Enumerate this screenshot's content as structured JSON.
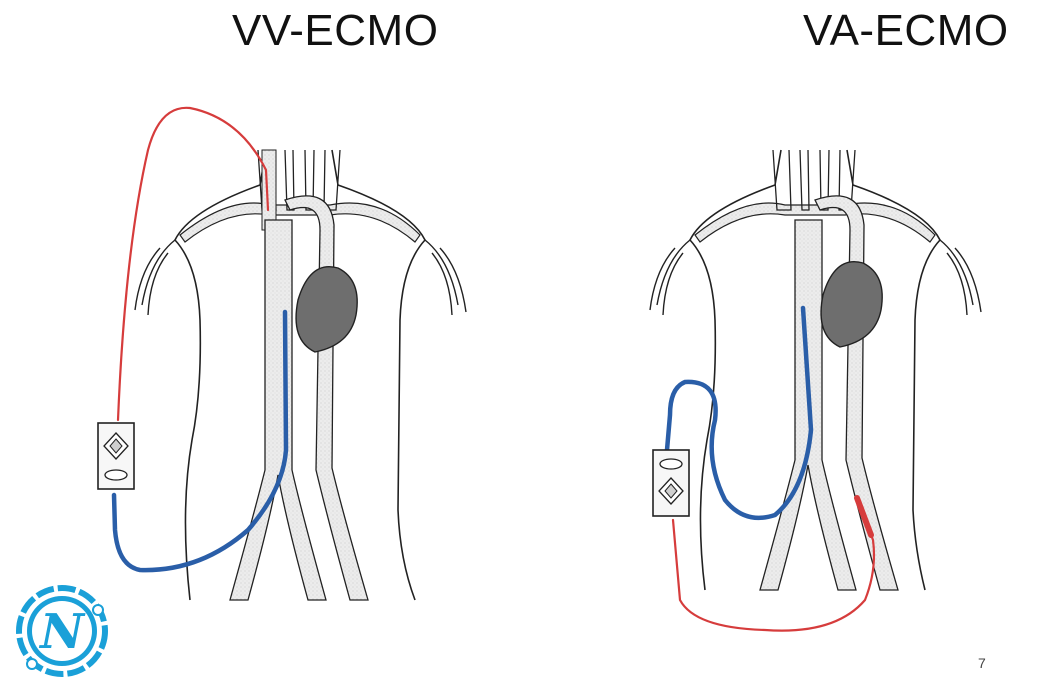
{
  "slide": {
    "left_title": "VV-ECMO",
    "right_title": "VA-ECMO",
    "page_number": "7"
  },
  "colors": {
    "drainage_cannula": "#2a5ea8",
    "return_cannula": "#d63c3c",
    "heart": "#6e6e6e",
    "vessel_fill": "#e6e6e6",
    "outline": "#222222"
  },
  "logo": {
    "letter": "N",
    "ring_color": "#1aa0d8"
  }
}
